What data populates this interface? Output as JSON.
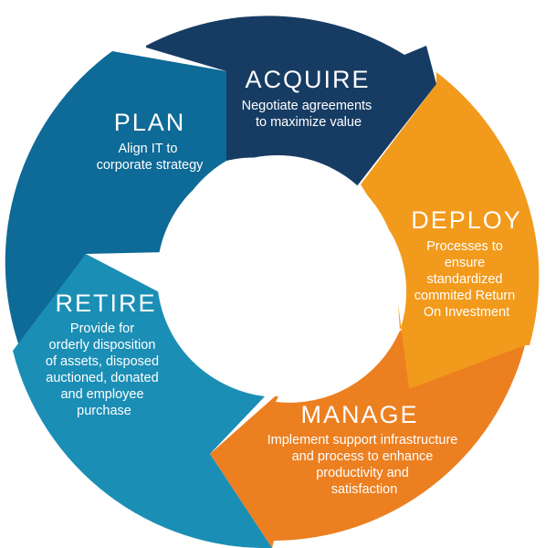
{
  "colors": {
    "plan": "#0e6a97",
    "acquire": "#173c63",
    "deploy": "#f29a1c",
    "manage": "#ec7f20",
    "retire": "#1b8eb5",
    "background": "#ffffff",
    "text": "#ffffff"
  },
  "stages": {
    "acquire": {
      "title": "ACQUIRE",
      "description": [
        "Negotiate agreements",
        "to maximize value"
      ]
    },
    "plan": {
      "title": "PLAN",
      "description": [
        "Align IT to",
        "corporate strategy"
      ]
    },
    "deploy": {
      "title": "DEPLOY",
      "description": [
        "Processes to",
        "ensure",
        "standardized",
        "commited Return",
        "On Investment"
      ]
    },
    "retire": {
      "title": "RETIRE",
      "description": [
        "Provide for",
        "orderly disposition",
        "of assets, disposed",
        "auctioned, donated",
        "and employee",
        "purchase"
      ]
    },
    "manage": {
      "title": "MANAGE",
      "description": [
        "Implement support infrastructure",
        "and process to enhance",
        "productivity and",
        "satisfaction"
      ]
    }
  }
}
